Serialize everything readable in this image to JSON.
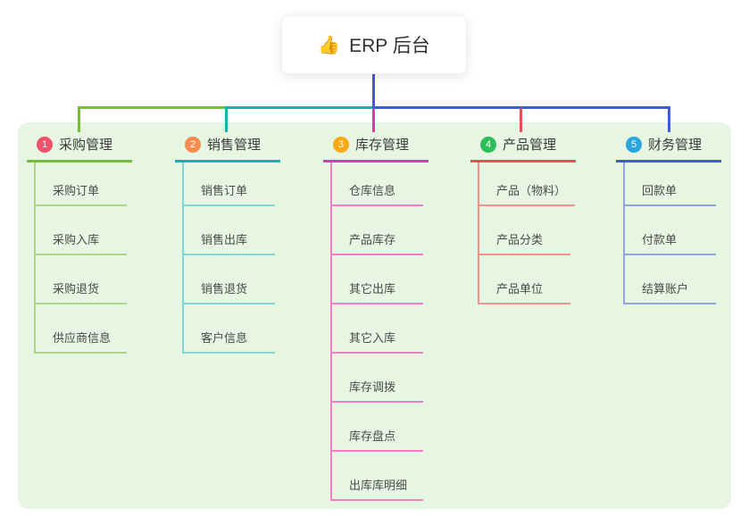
{
  "root": {
    "icon": "👍",
    "label": "ERP 后台",
    "line_color": "#4C55D0"
  },
  "panel_bg": "#E7F6E3",
  "branches": [
    {
      "number": "1",
      "label": "采购管理",
      "badge_color": "#F2516B",
      "line_color": "#77BB3F",
      "child_line_color": "#ABD687",
      "children": [
        "采购订单",
        "采购入库",
        "采购退货",
        "供应商信息"
      ]
    },
    {
      "number": "2",
      "label": "销售管理",
      "badge_color": "#F88C4D",
      "line_color": "#14B3AB",
      "child_line_color": "#82D7D2",
      "children": [
        "销售订单",
        "销售出库",
        "销售退货",
        "客户信息"
      ]
    },
    {
      "number": "3",
      "label": "库存管理",
      "badge_color": "#FAA916",
      "line_color": "#D93BAB",
      "child_line_color": "#F27FC5",
      "children": [
        "仓库信息",
        "产品库存",
        "其它出库",
        "其它入库",
        "库存调拨",
        "库存盘点",
        "出库库明细"
      ]
    },
    {
      "number": "4",
      "label": "产品管理",
      "badge_color": "#2EBE59",
      "line_color": "#EA4D52",
      "child_line_color": "#F4918C",
      "children": [
        "产品（物料）",
        "产品分类",
        "产品单位"
      ]
    },
    {
      "number": "5",
      "label": "财务管理",
      "badge_color": "#2AA5DF",
      "line_color": "#3D5CD6",
      "child_line_color": "#8FA5E0",
      "children": [
        "回款单",
        "付款单",
        "结算账户"
      ]
    }
  ]
}
